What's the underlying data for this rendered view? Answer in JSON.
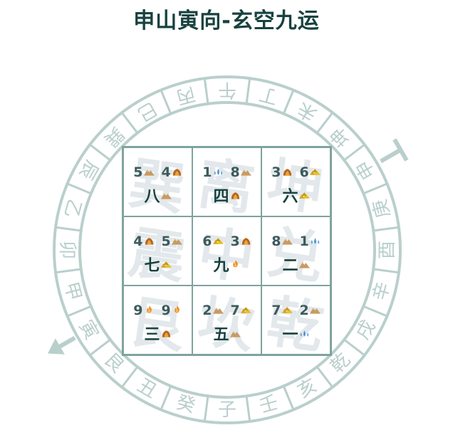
{
  "title": "申山寅向-玄空九运",
  "colors": {
    "title": "#17423f",
    "ring": "#b9cfcc",
    "grid_border": "#7fa39e",
    "star_number": "#3d5a5c",
    "period_number": "#17423f",
    "watermark": "#dfe6e9"
  },
  "compass": {
    "sitting": "申",
    "facing": "寅",
    "sectors_clockwise_from_top": [
      "午",
      "丁",
      "未",
      "坤",
      "申",
      "庚",
      "酉",
      "辛",
      "戌",
      "乾",
      "亥",
      "壬",
      "子",
      "癸",
      "丑",
      "艮",
      "寅",
      "甲",
      "卯",
      "乙",
      "辰",
      "巽",
      "巳",
      "丙"
    ],
    "sitting_marker": "t-bar-icon",
    "facing_marker": "arrow-icon"
  },
  "grid": {
    "cells": [
      {
        "palace": "巽",
        "mountain_star": "5",
        "mountain_icon": "mountain-icon",
        "water_star": "4",
        "water_icon": "wood-icon",
        "period_star": "八",
        "period_icon": "mountain-icon"
      },
      {
        "palace": "离",
        "mountain_star": "1",
        "mountain_icon": "water-icon",
        "water_star": "8",
        "water_icon": "mountain-icon",
        "period_star": "四",
        "period_icon": "wood-icon"
      },
      {
        "palace": "坤",
        "mountain_star": "3",
        "mountain_icon": "wood-icon",
        "water_star": "6",
        "water_icon": "gold-icon",
        "period_star": "六",
        "period_icon": "gold-icon"
      },
      {
        "palace": "震",
        "mountain_star": "4",
        "mountain_icon": "wood-icon",
        "water_star": "5",
        "water_icon": "mountain-icon",
        "period_star": "七",
        "period_icon": "gold-icon"
      },
      {
        "palace": "中",
        "mountain_star": "6",
        "mountain_icon": "gold-icon",
        "water_star": "3",
        "water_icon": "wood-icon",
        "period_star": "九",
        "period_icon": "fire-icon"
      },
      {
        "palace": "兑",
        "mountain_star": "8",
        "mountain_icon": "mountain-icon",
        "water_star": "1",
        "water_icon": "water-icon",
        "period_star": "二",
        "period_icon": "mountain-icon"
      },
      {
        "palace": "艮",
        "mountain_star": "9",
        "mountain_icon": "fire-icon",
        "water_star": "9",
        "water_icon": "fire-icon",
        "period_star": "三",
        "period_icon": "wood-icon"
      },
      {
        "palace": "坎",
        "mountain_star": "2",
        "mountain_icon": "mountain-icon",
        "water_star": "7",
        "water_icon": "gold-icon",
        "period_star": "五",
        "period_icon": "mountain-icon"
      },
      {
        "palace": "乾",
        "mountain_star": "7",
        "mountain_icon": "gold-icon",
        "water_star": "2",
        "water_icon": "mountain-icon",
        "period_star": "一",
        "period_icon": "water-icon"
      }
    ]
  }
}
